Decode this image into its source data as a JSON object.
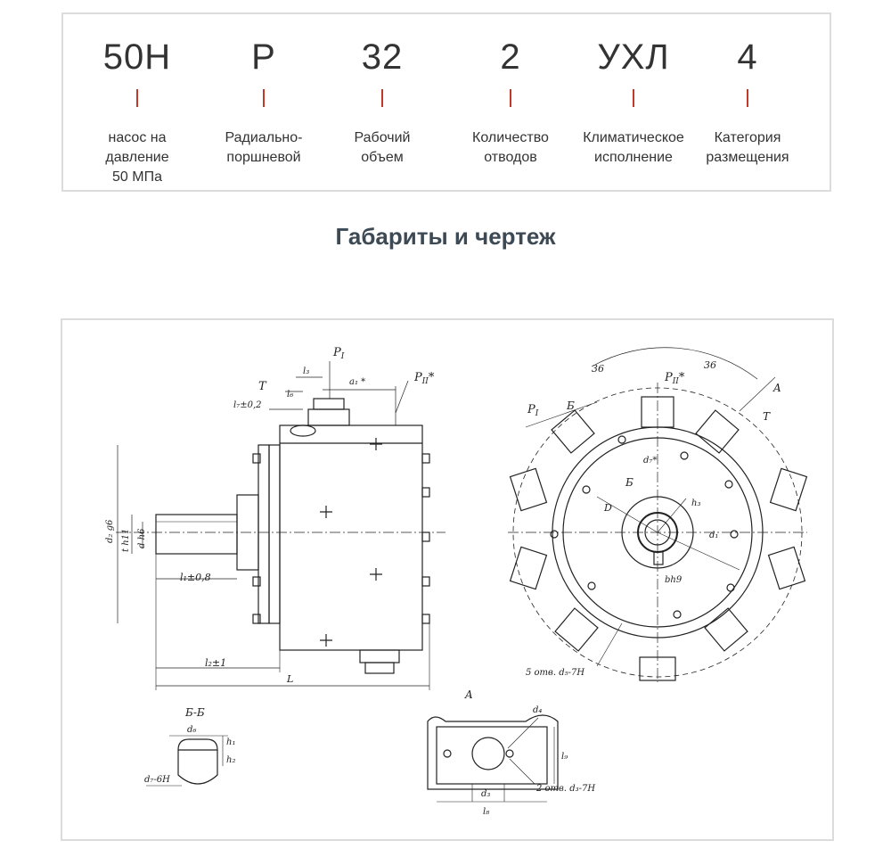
{
  "designation": {
    "items": [
      {
        "value": "50Н",
        "desc": [
          "насос на",
          "давление",
          "50 МПа"
        ]
      },
      {
        "value": "Р",
        "desc": [
          "Радиально-",
          "поршневой"
        ]
      },
      {
        "value": "32",
        "desc": [
          "Рабочий",
          "объем"
        ]
      },
      {
        "value": "2",
        "desc": [
          "Количество",
          "отводов"
        ]
      },
      {
        "value": "УХЛ",
        "desc": [
          "Климатическое",
          "исполнение"
        ]
      },
      {
        "value": "4",
        "desc": [
          "Категория",
          "размещения"
        ]
      }
    ]
  },
  "section_title": "Габариты и чертеж",
  "drawing": {
    "labels": {
      "P1": "P",
      "P1_sub": "I",
      "PII": "P",
      "PII_sub": "II",
      "T": "T",
      "l3": "l₃",
      "l6": "l₆",
      "a1": "a₁ *",
      "l7": "l₇±0,2",
      "d2g6": "d₂ g6",
      "th11": "t h11",
      "dh6": "d h6",
      "l1": "l₁±0,8",
      "l2": "l₂±1",
      "L": "L",
      "dim36a": "36",
      "dim36b": "36",
      "A": "A",
      "B": "Б",
      "B2": "Б",
      "D": "D",
      "h3": "h₃",
      "d1": "d₁",
      "d7": "d₇*",
      "bh9": "bh9",
      "holes5": "5 отв. d₅-7H",
      "BB": "Б-Б",
      "d6": "d₆",
      "h1": "h₁",
      "h2": "h₂",
      "d76H": "d₇-6H",
      "viewA": "A",
      "d4": "d₄",
      "l9": "l₉",
      "d3": "d₃",
      "l8": "l₈",
      "holes2": "2 отв. d₃-7H"
    }
  }
}
